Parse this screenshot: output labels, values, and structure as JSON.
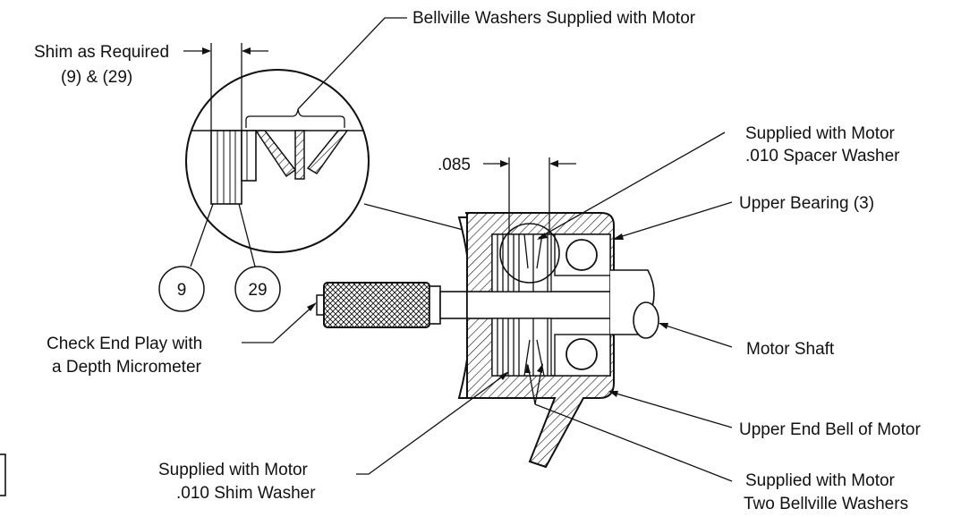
{
  "labels": {
    "bellville_top": "Bellville Washers Supplied with Motor",
    "shim_line1": "Shim as Required",
    "shim_line2": "(9) & (29)",
    "spacer_line1": "Supplied with Motor",
    "spacer_line2": ".010 Spacer Washer",
    "dim_085": ".085",
    "upper_bearing": "Upper Bearing (3)",
    "motor_shaft": "Motor Shaft",
    "end_play_line1": "Check End Play with",
    "end_play_line2": "a Depth Micrometer",
    "end_bell": "Upper End Bell of Motor",
    "shim_washer_line1": "Supplied with Motor",
    "shim_washer_line2": ".010 Shim Washer",
    "two_bellville_line1": "Supplied with Motor",
    "two_bellville_line2": "Two Bellville Washers"
  },
  "callouts": {
    "part_9": "9",
    "part_29": "29"
  },
  "colors": {
    "ink": "#111111",
    "paper": "#ffffff"
  }
}
